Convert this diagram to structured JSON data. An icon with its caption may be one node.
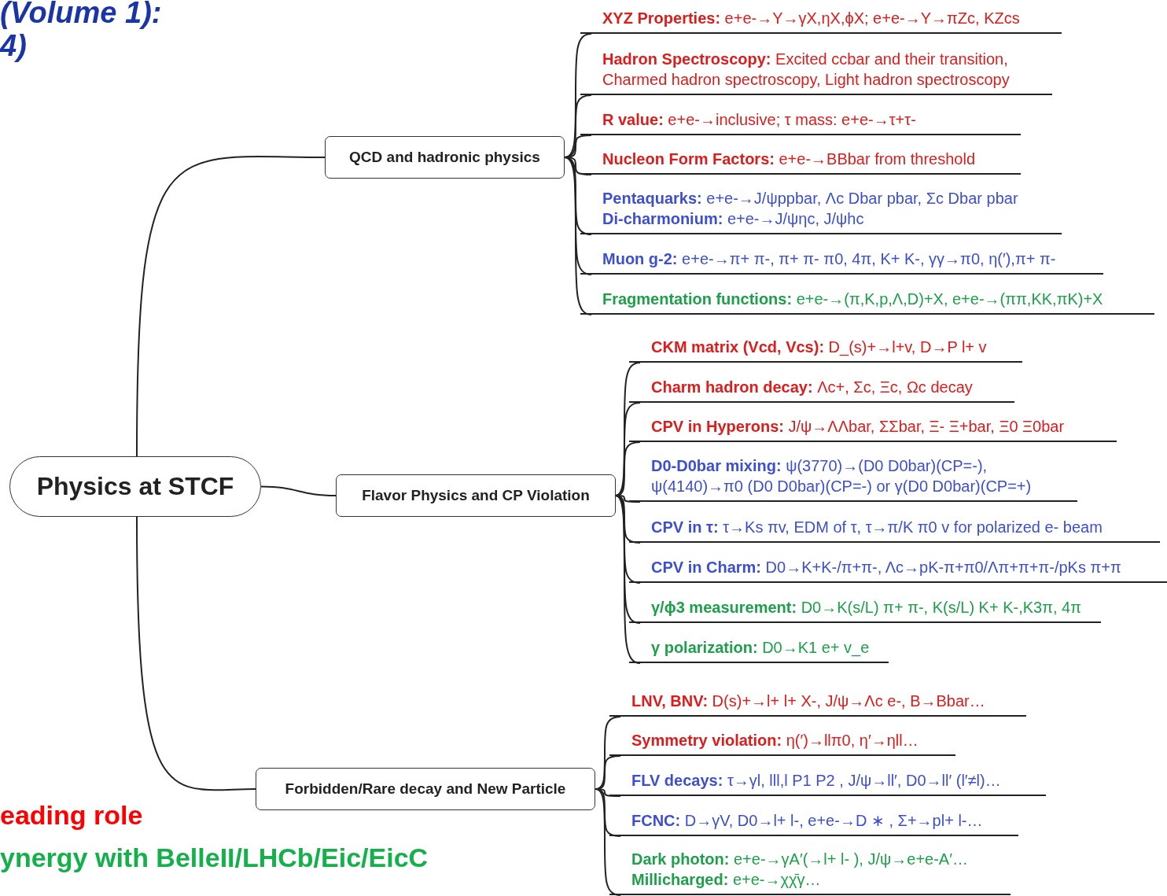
{
  "diagram": {
    "nodes": [
      {
        "text": [
          "Physics at STCF"
        ]
      },
      {
        "text": [
          "QCD and hadronic physics"
        ]
      },
      {
        "text": [
          "**XYZ Properties:** e+e-→Y→γX,ηX,ϕX; e+e-→Y→πZc, KZcs"
        ]
      },
      {
        "text": [
          "**Hadron Spectroscopy:** Excited ccbar and their transition, Charmed hadron spectroscopy, Light hadron spectroscopy"
        ]
      },
      {
        "text": [
          "**R value:** e+e-→inclusive;  τ mass: e+e-→τ+τ-"
        ]
      },
      {
        "text": [
          "**Nucleon Form Factors:** e+e-→BBbar  from threshold"
        ]
      },
      {
        "text": [
          "**Pentaquarks:** e+e-→J/ψppbar, Λc Dbar pbar, Σc Dbar pbar",
          "**Di-charmonium:** e+e-→J/ψηc, J/ψhc"
        ]
      },
      {
        "text": [
          "**Muon g-2:** e+e-→π+ π-, π+ π- π0, 4π, K+ K-, γγ→π0, η(′),π+ π-"
        ]
      },
      {
        "text": [
          "**Fragmentation functions:** e+e-→(π,K,p,Λ,D)+X, e+e-→(ππ,KK,πK)+X"
        ]
      },
      {
        "text": [
          "Flavor Physics and CP Violation"
        ]
      },
      {
        "text": [
          "**CKM matrix (Vcd, Vcs):**  D_(s)+→l+v, D→P l+ v"
        ]
      },
      {
        "text": [
          "**Charm hadron decay:** Λc+, Σc, Ξc, Ωc decay"
        ]
      },
      {
        "text": [
          "**CPV in Hyperons:** J/ψ→ΛΛbar, ΣΣbar,  Ξ- Ξ+bar, Ξ0 Ξ0bar"
        ]
      },
      {
        "text": [
          "**D0-D0bar mixing:**  ψ(3770)→(D0 D0bar)(CP=-), ψ(4140)→π0 (D0 D0bar)(CP=-) or γ(D0 D0bar)(CP=+)"
        ]
      },
      {
        "text": [
          "**CPV in τ:**  τ→Ks πv, EDM of τ, τ→π/K π0 v for polarized e- beam"
        ]
      },
      {
        "text": [
          "**CPV in Charm:**  D0→K+K-/π+π-,  Λc→pK-π+π0/Λπ+π+π-/pKs π+π"
        ]
      },
      {
        "text": [
          "**γ/ϕ3 measurement:** D0→K(s/L) π+ π-, K(s/L) K+ K-,K3π, 4π"
        ]
      },
      {
        "text": [
          "**γ polarization:** D0→K1 e+ v_e"
        ]
      },
      {
        "text": [
          "Forbidden/Rare decay and New Particle"
        ]
      },
      {
        "text": [
          "**LNV, BNV:** D(s)+→l+ l+ X-, J/ψ→Λc e-, B→Bbar…"
        ]
      },
      {
        "text": [
          "**Symmetry violation:** η(′)→llπ0, η′→ηll…"
        ]
      },
      {
        "text": [
          "**FLV decays:** τ→γl, lll,l P1 P2 , J/ψ→ll′, D0→ll′ (l′≠l)…"
        ]
      },
      {
        "text": [
          "**FCNC:** D→γV, D0→l+ l-, e+e-→D ∗ , Σ+→pl+ l-…"
        ]
      },
      {
        "text": [
          "**Dark photon:**  e+e-→γA′(→l+ l- ), J/ψ→e+e-A′…",
          "**Millicharged:** e+e-→χχ̄γ…"
        ]
      }
    ],
    "edges": [
      {
        "from": 0,
        "to": 1,
        "arrow": "none"
      },
      {
        "from": 0,
        "to": 9,
        "arrow": "none"
      },
      {
        "from": 0,
        "to": 18,
        "arrow": "none"
      },
      {
        "from": 1,
        "to": 2,
        "arrow": "none"
      },
      {
        "from": 1,
        "to": 3,
        "arrow": "none"
      },
      {
        "from": 1,
        "to": 4,
        "arrow": "none"
      },
      {
        "from": 1,
        "to": 5,
        "arrow": "none"
      },
      {
        "from": 1,
        "to": 6,
        "arrow": "none"
      },
      {
        "from": 1,
        "to": 7,
        "arrow": "none"
      },
      {
        "from": 1,
        "to": 8,
        "arrow": "none"
      },
      {
        "from": 9,
        "to": 10,
        "arrow": "none"
      },
      {
        "from": 9,
        "to": 11,
        "arrow": "none"
      },
      {
        "from": 9,
        "to": 12,
        "arrow": "none"
      },
      {
        "from": 9,
        "to": 13,
        "arrow": "none"
      },
      {
        "from": 9,
        "to": 14,
        "arrow": "none"
      },
      {
        "from": 9,
        "to": 15,
        "arrow": "none"
      },
      {
        "from": 9,
        "to": 16,
        "arrow": "none"
      },
      {
        "from": 9,
        "to": 17,
        "arrow": "none"
      },
      {
        "from": 18,
        "to": 19,
        "arrow": "none"
      },
      {
        "from": 18,
        "to": 20,
        "arrow": "none"
      },
      {
        "from": 18,
        "to": 21,
        "arrow": "none"
      },
      {
        "from": 18,
        "to": 22,
        "arrow": "none"
      },
      {
        "from": 18,
        "to": 23,
        "arrow": "none"
      }
    ],
    "labels": [
      "(Volume 1):",
      "4)"
    ],
    "legend": [
      {
        "text": "eading role",
        "color": "#ff0000"
      },
      {
        "text": "ynergy with BelleII/LHCb/Eic/EicC",
        "color": "#14b04a"
      }
    ]
  }
}
